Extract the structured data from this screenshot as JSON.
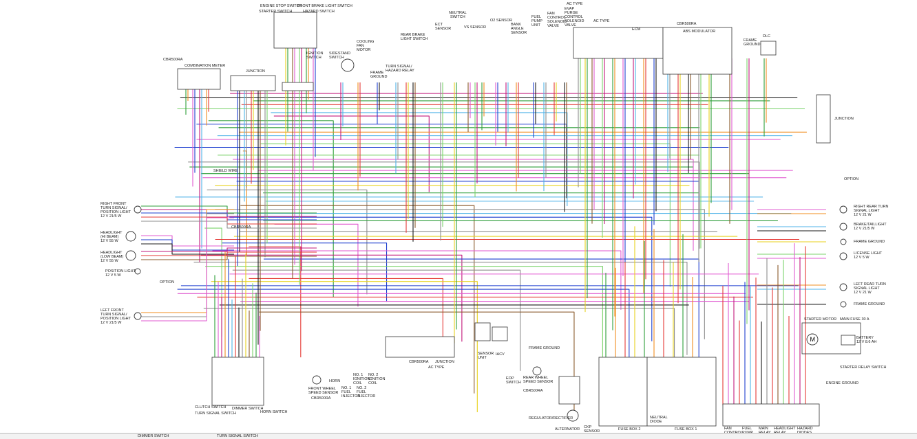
{
  "colors": {
    "black": "#1a1a1a",
    "red": "#e53935",
    "green": "#2e9e3a",
    "pink": "#e05bd0",
    "magenta": "#c2187c",
    "orange": "#f08c1e",
    "blue": "#1e3fcf",
    "lightblue": "#4fb3e8",
    "yellow": "#e8d21e",
    "brown": "#8a5a2b",
    "gray": "#8e8e8e",
    "lightgreen": "#7bd36b"
  },
  "labels": {
    "engine_stop_switch": "ENGINE STOP SWITCH",
    "front_brake_light_switch": "FRONT BRAKE LIGHT SWITCH",
    "starter_switch": "STARTER SWITCH",
    "hazard_switch": "HAZARD SWITCH",
    "combination_meter_model": "CBR500RA",
    "combination_meter": "COMBINATION METER",
    "junction_top": "JUNCTION",
    "ignition_switch": "IGNITION\nSWITCH",
    "sidestand_switch": "SIDESTAND\nSWITCH",
    "cooling_fan_motor": "COOLING\nFAN\nMOTOR",
    "frame_ground_top": "FRAME\nGROUND",
    "turn_signal_hazard_relay": "TURN SIGNAL/\nHAZARD RELAY",
    "rear_brake_light_switch": "REAR BRAKE\nLIGHT SWITCH",
    "neutral_switch": "NEUTRAL\nSWITCH",
    "ect_sensor": "ECT\nSENSOR",
    "vs_sensor": "VS SENSOR",
    "o2_sensor": "O2 SENSOR",
    "bank_angle_sensor": "BANK\nANGLE\nSENSOR",
    "fuel_pump_unit": "FUEL\nPUMP\nUNIT",
    "fan_control_solenoid_valve": "FAN\nCONTROL\nSOLENOID\nVALVE",
    "evap_purge": "EVAP\nPURGE\nCONTROL\nSOLENOID\nVALVE",
    "ac_type_top": "AC type",
    "ac_type_ecm": "AC type",
    "ecm": "ECM",
    "cbr500ra_abs": "CBR500RA",
    "abs_modulator": "ABS MODULATOR",
    "dlc": "DLC",
    "frame_ground_right": "FRAME\nGROUND",
    "junction_right": "JUNCTION",
    "option_right": "OPTION",
    "right_rear_turn": "RIGHT REAR TURN\nSIGNAL LIGHT\n12 V 21 W",
    "brake_taillight": "BRAKE/TAILLIGHT\n12 V 21/5 W",
    "frame_ground_r1": "FRAME GROUND",
    "license_light": "LICENSE LIGHT\n12 V 5 W",
    "left_rear_turn": "LEFT REAR TURN\nSIGNAL LIGHT\n12 V 21 W",
    "frame_ground_r2": "FRAME GROUND",
    "starter_motor": "STARTER MOTOR",
    "main_fuse": "MAIN FUSE 30 A",
    "battery": "BATTERY\n12 V 8.6 Ah",
    "starter_relay_switch": "STARTER RELAY SWITCH",
    "engine_ground": "ENGINE GROUND",
    "shield_wire": "SHIELD WIRE",
    "cbr500ra_mid": "CBR500RA",
    "right_front_turn": "RIGHT FRONT\nTURN SIGNAL/\nPOSITION LIGHT\n12 V 21/5 W",
    "headlight_hi": "HEADLIGHT\n(Hi Beam)\n12 V 55 W",
    "headlight_lo": "HEADLIGHT\n(Low Beam)\n12 V 55 W",
    "position_light": "POSITION LIGHT\n12 V 5 W",
    "option_left": "OPTION",
    "left_front_turn": "LEFT FRONT\nTURN SIGNAL/\nPOSITION LIGHT\n12 V 21/5 W",
    "clutch_switch": "CLUTCH SWITCH",
    "turn_signal_switch": "TURN SIGNAL SWITCH",
    "dimmer_switch": "DIMMER SWITCH",
    "horn_switch": "HORN SWITCH",
    "front_wheel_speed_sensor": "FRONT WHEEL\nSPEED SENSOR",
    "cbr500ra_fw": "CBR500RA",
    "horn": "HORN",
    "no1_fuel_injector": "No. 1\nFUEL\nINJECTOR",
    "no1_ignition_coil": "No. 1\nIGNITION\nCOIL",
    "no2_fuel_injector": "No. 2\nFUEL\nINJECTOR",
    "no2_ignition_coil": "No. 2\nIGNITION\nCOIL",
    "cbr500ra_junction": "CBR500RA",
    "ac_type_junction": "AC type",
    "junction_bottom": "JUNCTION",
    "sensor_unit": "SENSOR\nUNIT",
    "iacv": "IACV",
    "eop_switch": "EOP\nSWITCH",
    "cbr500ra_rw": "CBR500RA",
    "rear_wheel_speed_sensor": "REAR WHEEL\nSPEED SENSOR",
    "frame_ground_bottom": "FRAME GROUND",
    "regulator_rectifier": "REGULATOR/RECTIFIER",
    "alternator": "ALTERNATOR",
    "ckp_sensor": "CKP\nSENSOR",
    "fuse_box_2": "FUSE BOX 2",
    "fuse_box_1": "FUSE BOX 1",
    "neutral_diode": "NEUTRAL\nDIODE",
    "fan_control_relay": "FAN\nCONTROL",
    "fuel_pump_relay": "FUEL\nPUMP",
    "main_relay": "MAIN\nRELAY",
    "headlight_relay": "HEADLIGHT\nRELAY",
    "hazard_diodes": "HAZARD\nDIODES",
    "bottom_dimmer": "DIMMER SWITCH",
    "bottom_turn": "TURN SIGNAL SWITCH"
  }
}
